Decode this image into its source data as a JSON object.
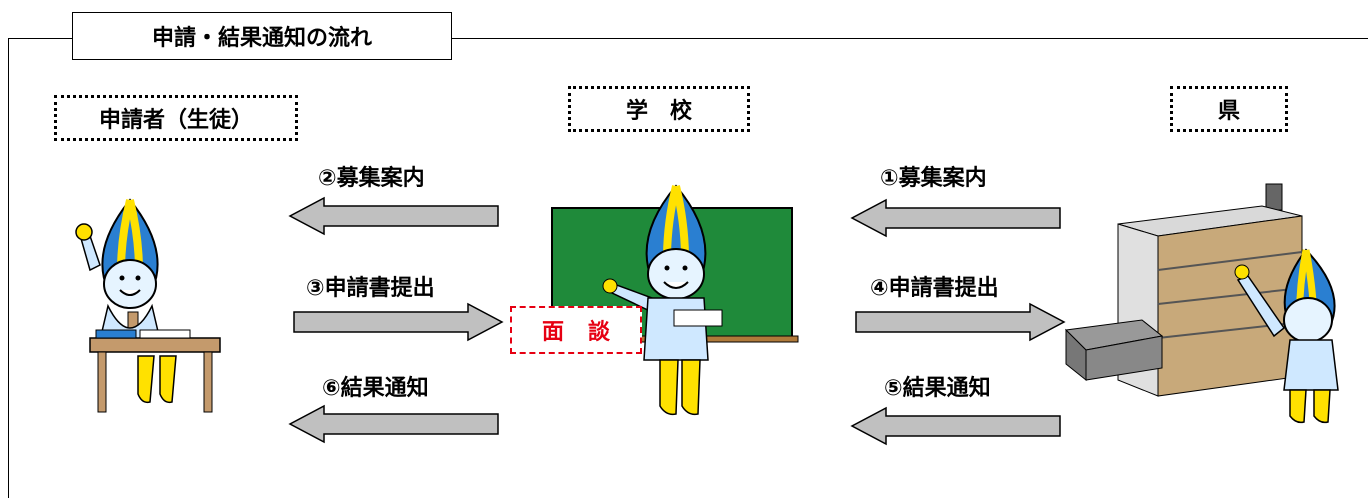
{
  "title": "申請・結果通知の流れ",
  "actors": {
    "applicant": "申請者（生徒）",
    "school": "学　校",
    "prefecture": "県"
  },
  "steps": {
    "s1": "①募集案内",
    "s2": "②募集案内",
    "s3": "③申請書提出",
    "s4": "④申請書提出",
    "s5": "⑤結果通知",
    "s6": "⑥結果通知"
  },
  "interview": "面談",
  "colors": {
    "arrow_fill": "#c0c0c0",
    "chalkboard": "#1f8a3a",
    "interview_red": "#e60012",
    "mascot_blue": "#2a7fd1",
    "mascot_yellow": "#ffe100",
    "desk_brown": "#c49a6c"
  },
  "icons": [
    "student-mascot-icon",
    "teacher-mascot-icon",
    "prefecture-building-icon"
  ]
}
